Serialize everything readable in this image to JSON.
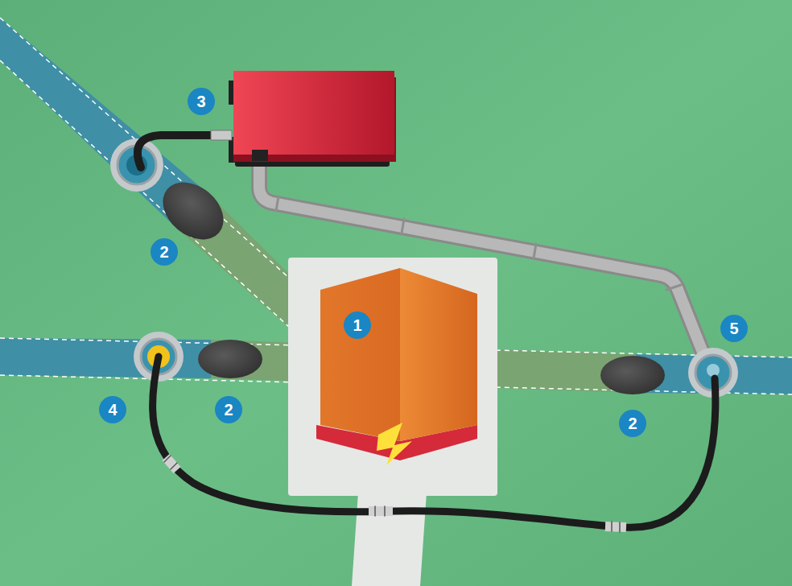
{
  "diagram": {
    "labels": [
      "3",
      "2",
      "1",
      "5",
      "4",
      "2",
      "2"
    ]
  }
}
